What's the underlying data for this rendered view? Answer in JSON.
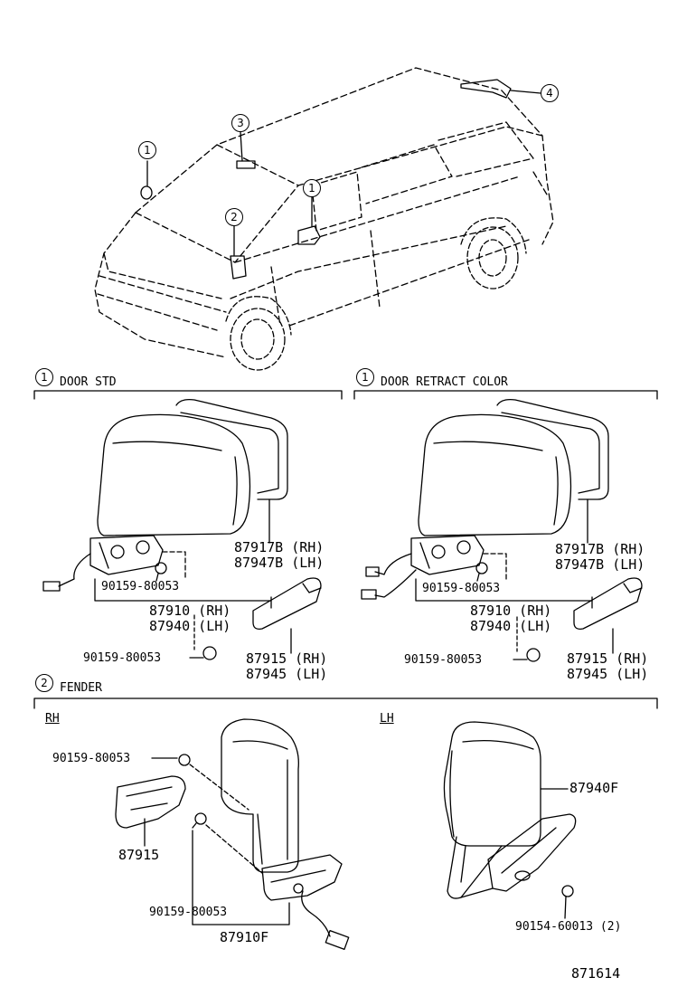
{
  "callouts": {
    "c1a": "1",
    "c1b": "1",
    "c2": "2",
    "c3": "3",
    "c4": "4"
  },
  "sections": {
    "door_std": {
      "num": "1",
      "title": "DOOR STD"
    },
    "door_retract": {
      "num": "1",
      "title": "DOOR RETRACT COLOR"
    },
    "fender": {
      "num": "2",
      "title": "FENDER"
    }
  },
  "std_parts": {
    "glass": [
      "87917B (RH)",
      "87947B (LH)"
    ],
    "screw_inner": "90159-80053",
    "mirror": [
      "87910 (RH)",
      "87940 (LH)"
    ],
    "screw_outer": "90159-80053",
    "cover": [
      "87915 (RH)",
      "87945 (LH)"
    ]
  },
  "retract_parts": {
    "glass": [
      "87917B (RH)",
      "87947B (LH)"
    ],
    "screw_inner": "90159-80053",
    "mirror": [
      "87910 (RH)",
      "87940 (LH)"
    ],
    "screw_outer": "90159-80053",
    "cover": [
      "87915 (RH)",
      "87945 (LH)"
    ]
  },
  "fender_parts": {
    "rh_label": "RH",
    "lh_label": "LH",
    "screw_top": "90159-80053",
    "cover": "87915",
    "screw_bottom": "90159-80053",
    "mirror_rh": "87910F",
    "mirror_lh": "87940F",
    "bolt_lh": "90154-60013 (2)"
  },
  "diagram_id": "871614"
}
